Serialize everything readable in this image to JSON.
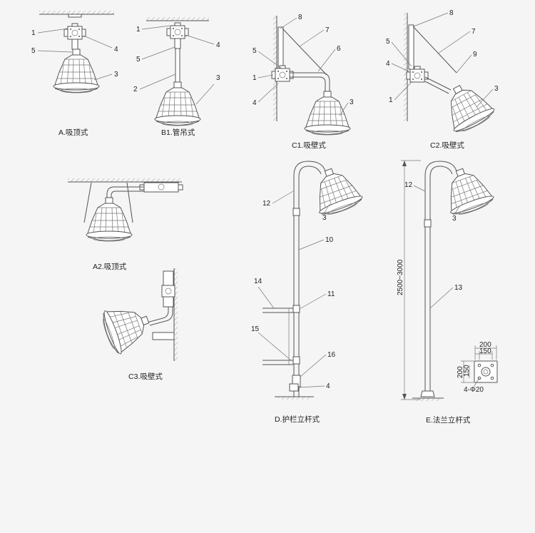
{
  "captions": {
    "a": "A.吸顶式",
    "b1": "B1.管吊式",
    "c1": "C1.吸壁式",
    "c2": "C2.吸壁式",
    "a2": "A2.吸顶式",
    "c3": "C3.吸壁式",
    "d": "D.护栏立杆式",
    "e": "E.法兰立杆式"
  },
  "callouts": {
    "n1": "1",
    "n2": "2",
    "n3": "3",
    "n4": "4",
    "n5": "5",
    "n6": "6",
    "n7": "7",
    "n8": "8",
    "n9": "9",
    "n10": "10",
    "n11": "11",
    "n12": "12",
    "n13": "13",
    "n14": "14",
    "n15": "15",
    "n16": "16"
  },
  "dimensions": {
    "height_range": "2500~3000",
    "flange_w1": "200",
    "flange_w2": "150",
    "flange_h1": "200",
    "flange_h2": "150",
    "holes": "4-Φ20"
  }
}
